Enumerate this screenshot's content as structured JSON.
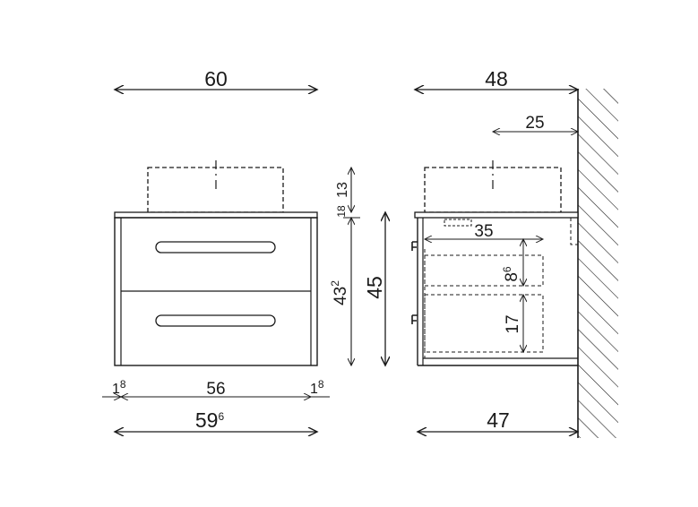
{
  "front_view": {
    "width_top": "60",
    "width_bottom_base": "59",
    "width_bottom_sup": "6",
    "inner_width": "56",
    "side_left_base": "1",
    "side_left_sup": "8",
    "side_right_base": "1",
    "side_right_sup": "8",
    "basin_height": "13",
    "top_thickness": "18",
    "cabinet_height_base": "43",
    "cabinet_height_sup": "2",
    "total_height": "45"
  },
  "side_view": {
    "depth_top": "48",
    "basin_offset": "25",
    "drawer_depth": "35",
    "drawer1_height_base": "8",
    "drawer1_height_sup": "6",
    "drawer2_height": "17",
    "depth_bottom": "47"
  }
}
